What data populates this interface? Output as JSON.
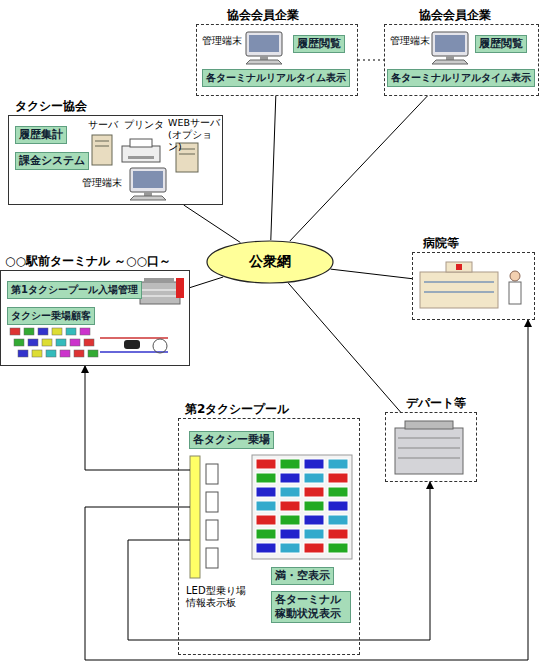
{
  "diagram": {
    "nodes": [
      {
        "text": [
          "協会会員企業"
        ]
      },
      {
        "text": [
          "履歴閲覧"
        ],
        "in": 0
      },
      {
        "text": [
          "各ターミナルリアルタイム表示"
        ],
        "in": 0
      },
      {
        "text": [
          "協会会員企業"
        ]
      },
      {
        "text": [
          "履歴閲覧"
        ],
        "in": 3
      },
      {
        "text": [
          "各ターミナルリアルタイム表示"
        ],
        "in": 3
      },
      {
        "text": [
          "タクシー協会"
        ]
      },
      {
        "text": [
          "履歴集計"
        ],
        "in": 6
      },
      {
        "text": [
          "課金システム"
        ],
        "in": 6
      },
      {
        "text": [
          "公衆網"
        ]
      },
      {
        "text": [
          "○○駅前ターミナル ～○○口～"
        ]
      },
      {
        "text": [
          "第1タクシープール入場管理"
        ],
        "in": 10
      },
      {
        "text": [
          "タクシー乗場顧客"
        ],
        "in": 10
      },
      {
        "text": [
          "病院等"
        ]
      },
      {
        "text": [
          "第2タクシープール"
        ]
      },
      {
        "text": [
          "各タクシー乗場"
        ],
        "in": 14
      },
      {
        "text": [
          "満・空表示"
        ],
        "in": 14
      },
      {
        "text": [
          "各ターミナル稼動状況表示"
        ],
        "in": 14
      },
      {
        "text": [
          "デパート等"
        ]
      }
    ],
    "edges": [
      {
        "from": 0,
        "to": 9,
        "arrow": "none"
      },
      {
        "from": 3,
        "to": 9,
        "arrow": "none"
      },
      {
        "from": 0,
        "to": 3,
        "arrow": "none"
      },
      {
        "from": 6,
        "to": 9,
        "arrow": "none"
      },
      {
        "from": 10,
        "to": 9,
        "arrow": "none"
      },
      {
        "from": 13,
        "to": 9,
        "arrow": "none"
      },
      {
        "from": 18,
        "to": 9,
        "arrow": "none"
      },
      {
        "from": 14,
        "to": 10,
        "arrow": "to"
      },
      {
        "from": 14,
        "to": 13,
        "arrow": "to"
      },
      {
        "from": 14,
        "to": 18,
        "arrow": "to"
      }
    ],
    "labels": [
      "管理端末",
      "管理端末",
      "管理端末",
      "サーバ",
      "プリンタ",
      "WEBサーバ (オプション)",
      "LED型乗り場 情報表示板"
    ]
  }
}
